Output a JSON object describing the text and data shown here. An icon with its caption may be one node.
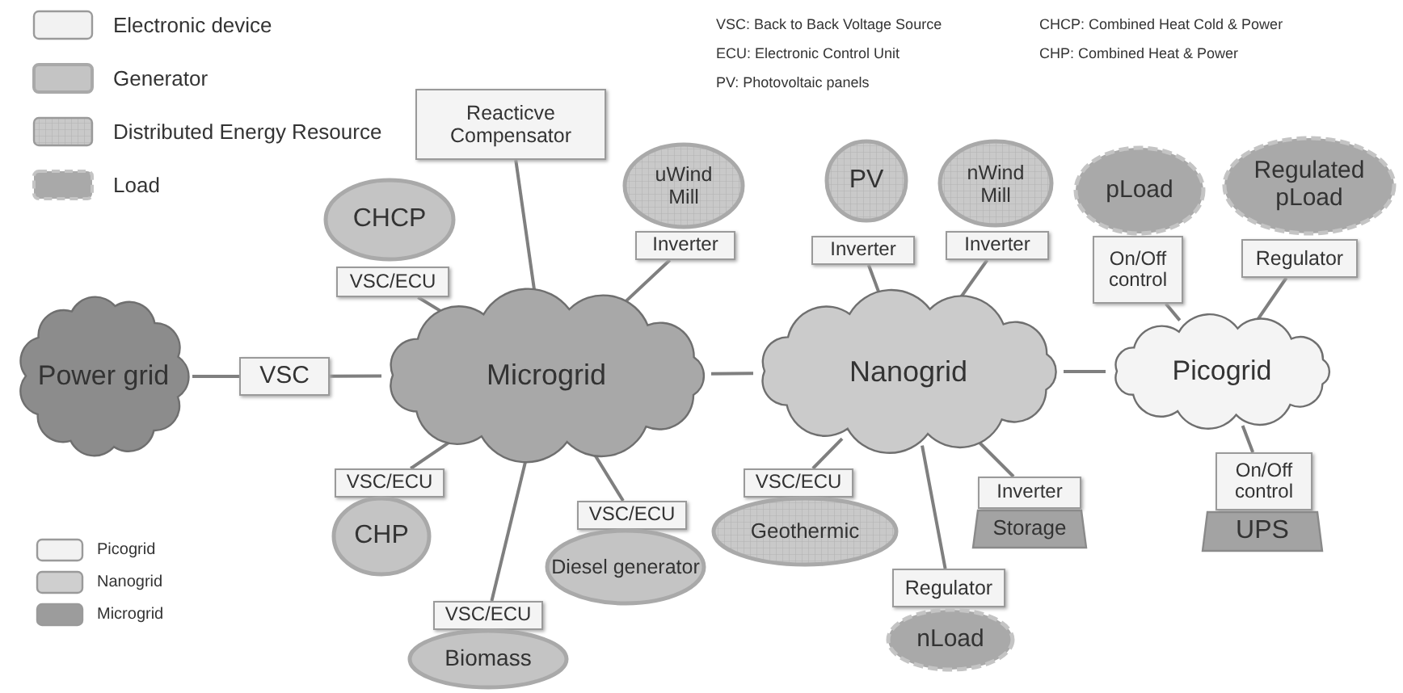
{
  "diagram": {
    "nodes": [
      {
        "text": [
          "Power grid"
        ]
      },
      {
        "text": [
          "VSC"
        ]
      },
      {
        "text": [
          "Microgrid"
        ]
      },
      {
        "text": [
          "Nanogrid"
        ]
      },
      {
        "text": [
          "Picogrid"
        ]
      },
      {
        "text": [
          "Reacticve Compensator"
        ]
      },
      {
        "text": [
          "CHCP"
        ]
      },
      {
        "text": [
          "VSC/ECU"
        ]
      },
      {
        "text": [
          "uWind Mill"
        ]
      },
      {
        "text": [
          "Inverter"
        ]
      },
      {
        "text": [
          "PV"
        ]
      },
      {
        "text": [
          "Inverter"
        ]
      },
      {
        "text": [
          "nWind Mill"
        ]
      },
      {
        "text": [
          "Inverter"
        ]
      },
      {
        "text": [
          "pLoad"
        ]
      },
      {
        "text": [
          "On/Off control"
        ]
      },
      {
        "text": [
          "Regulated pLoad"
        ]
      },
      {
        "text": [
          "Regulator"
        ]
      },
      {
        "text": [
          "VSC/ECU"
        ]
      },
      {
        "text": [
          "CHP"
        ]
      },
      {
        "text": [
          "VSC/ECU"
        ]
      },
      {
        "text": [
          "Diesel generator"
        ]
      },
      {
        "text": [
          "VSC/ECU"
        ]
      },
      {
        "text": [
          "Biomass"
        ]
      },
      {
        "text": [
          "VSC/ECU"
        ]
      },
      {
        "text": [
          "Geothermic"
        ]
      },
      {
        "text": [
          "Regulator"
        ]
      },
      {
        "text": [
          "nLoad"
        ]
      },
      {
        "text": [
          "Inverter"
        ]
      },
      {
        "text": [
          "Storage"
        ]
      },
      {
        "text": [
          "On/Off control"
        ]
      },
      {
        "text": [
          "UPS"
        ]
      }
    ],
    "edges": [
      {
        "from": 0,
        "to": 1,
        "arrow": "none"
      },
      {
        "from": 1,
        "to": 2,
        "arrow": "none"
      },
      {
        "from": 2,
        "to": 3,
        "arrow": "none"
      },
      {
        "from": 3,
        "to": 4,
        "arrow": "none"
      },
      {
        "from": 5,
        "to": 2,
        "arrow": "none"
      },
      {
        "from": 7,
        "to": 2,
        "arrow": "none"
      },
      {
        "from": 9,
        "to": 2,
        "arrow": "none"
      },
      {
        "from": 18,
        "to": 2,
        "arrow": "none"
      },
      {
        "from": 22,
        "to": 2,
        "arrow": "none"
      },
      {
        "from": 20,
        "to": 2,
        "arrow": "none"
      },
      {
        "from": 11,
        "to": 3,
        "arrow": "none"
      },
      {
        "from": 13,
        "to": 3,
        "arrow": "none"
      },
      {
        "from": 24,
        "to": 3,
        "arrow": "none"
      },
      {
        "from": 26,
        "to": 3,
        "arrow": "none"
      },
      {
        "from": 28,
        "to": 3,
        "arrow": "none"
      },
      {
        "from": 15,
        "to": 4,
        "arrow": "none"
      },
      {
        "from": 17,
        "to": 4,
        "arrow": "none"
      },
      {
        "from": 30,
        "to": 4,
        "arrow": "none"
      }
    ],
    "labels": [
      "VSC: Back to Back Voltage Source",
      "CHCP:  Combined Heat Cold & Power",
      "ECU: Electronic Control Unit",
      "CHP: Combined Heat & Power",
      "PV: Photovoltaic panels"
    ],
    "legend": [
      {
        "text": "Electronic device",
        "color": "#f2f2f2"
      },
      {
        "text": "Generator",
        "color": "#c4c4c4"
      },
      {
        "text": "Distributed Energy Resource"
      },
      {
        "text": "Load"
      },
      {
        "text": "Picogrid",
        "color": "#f2f2f2"
      },
      {
        "text": "Nanogrid",
        "color": "#cfcfcf"
      },
      {
        "text": "Microgrid",
        "color": "#9c9c9c"
      }
    ]
  }
}
